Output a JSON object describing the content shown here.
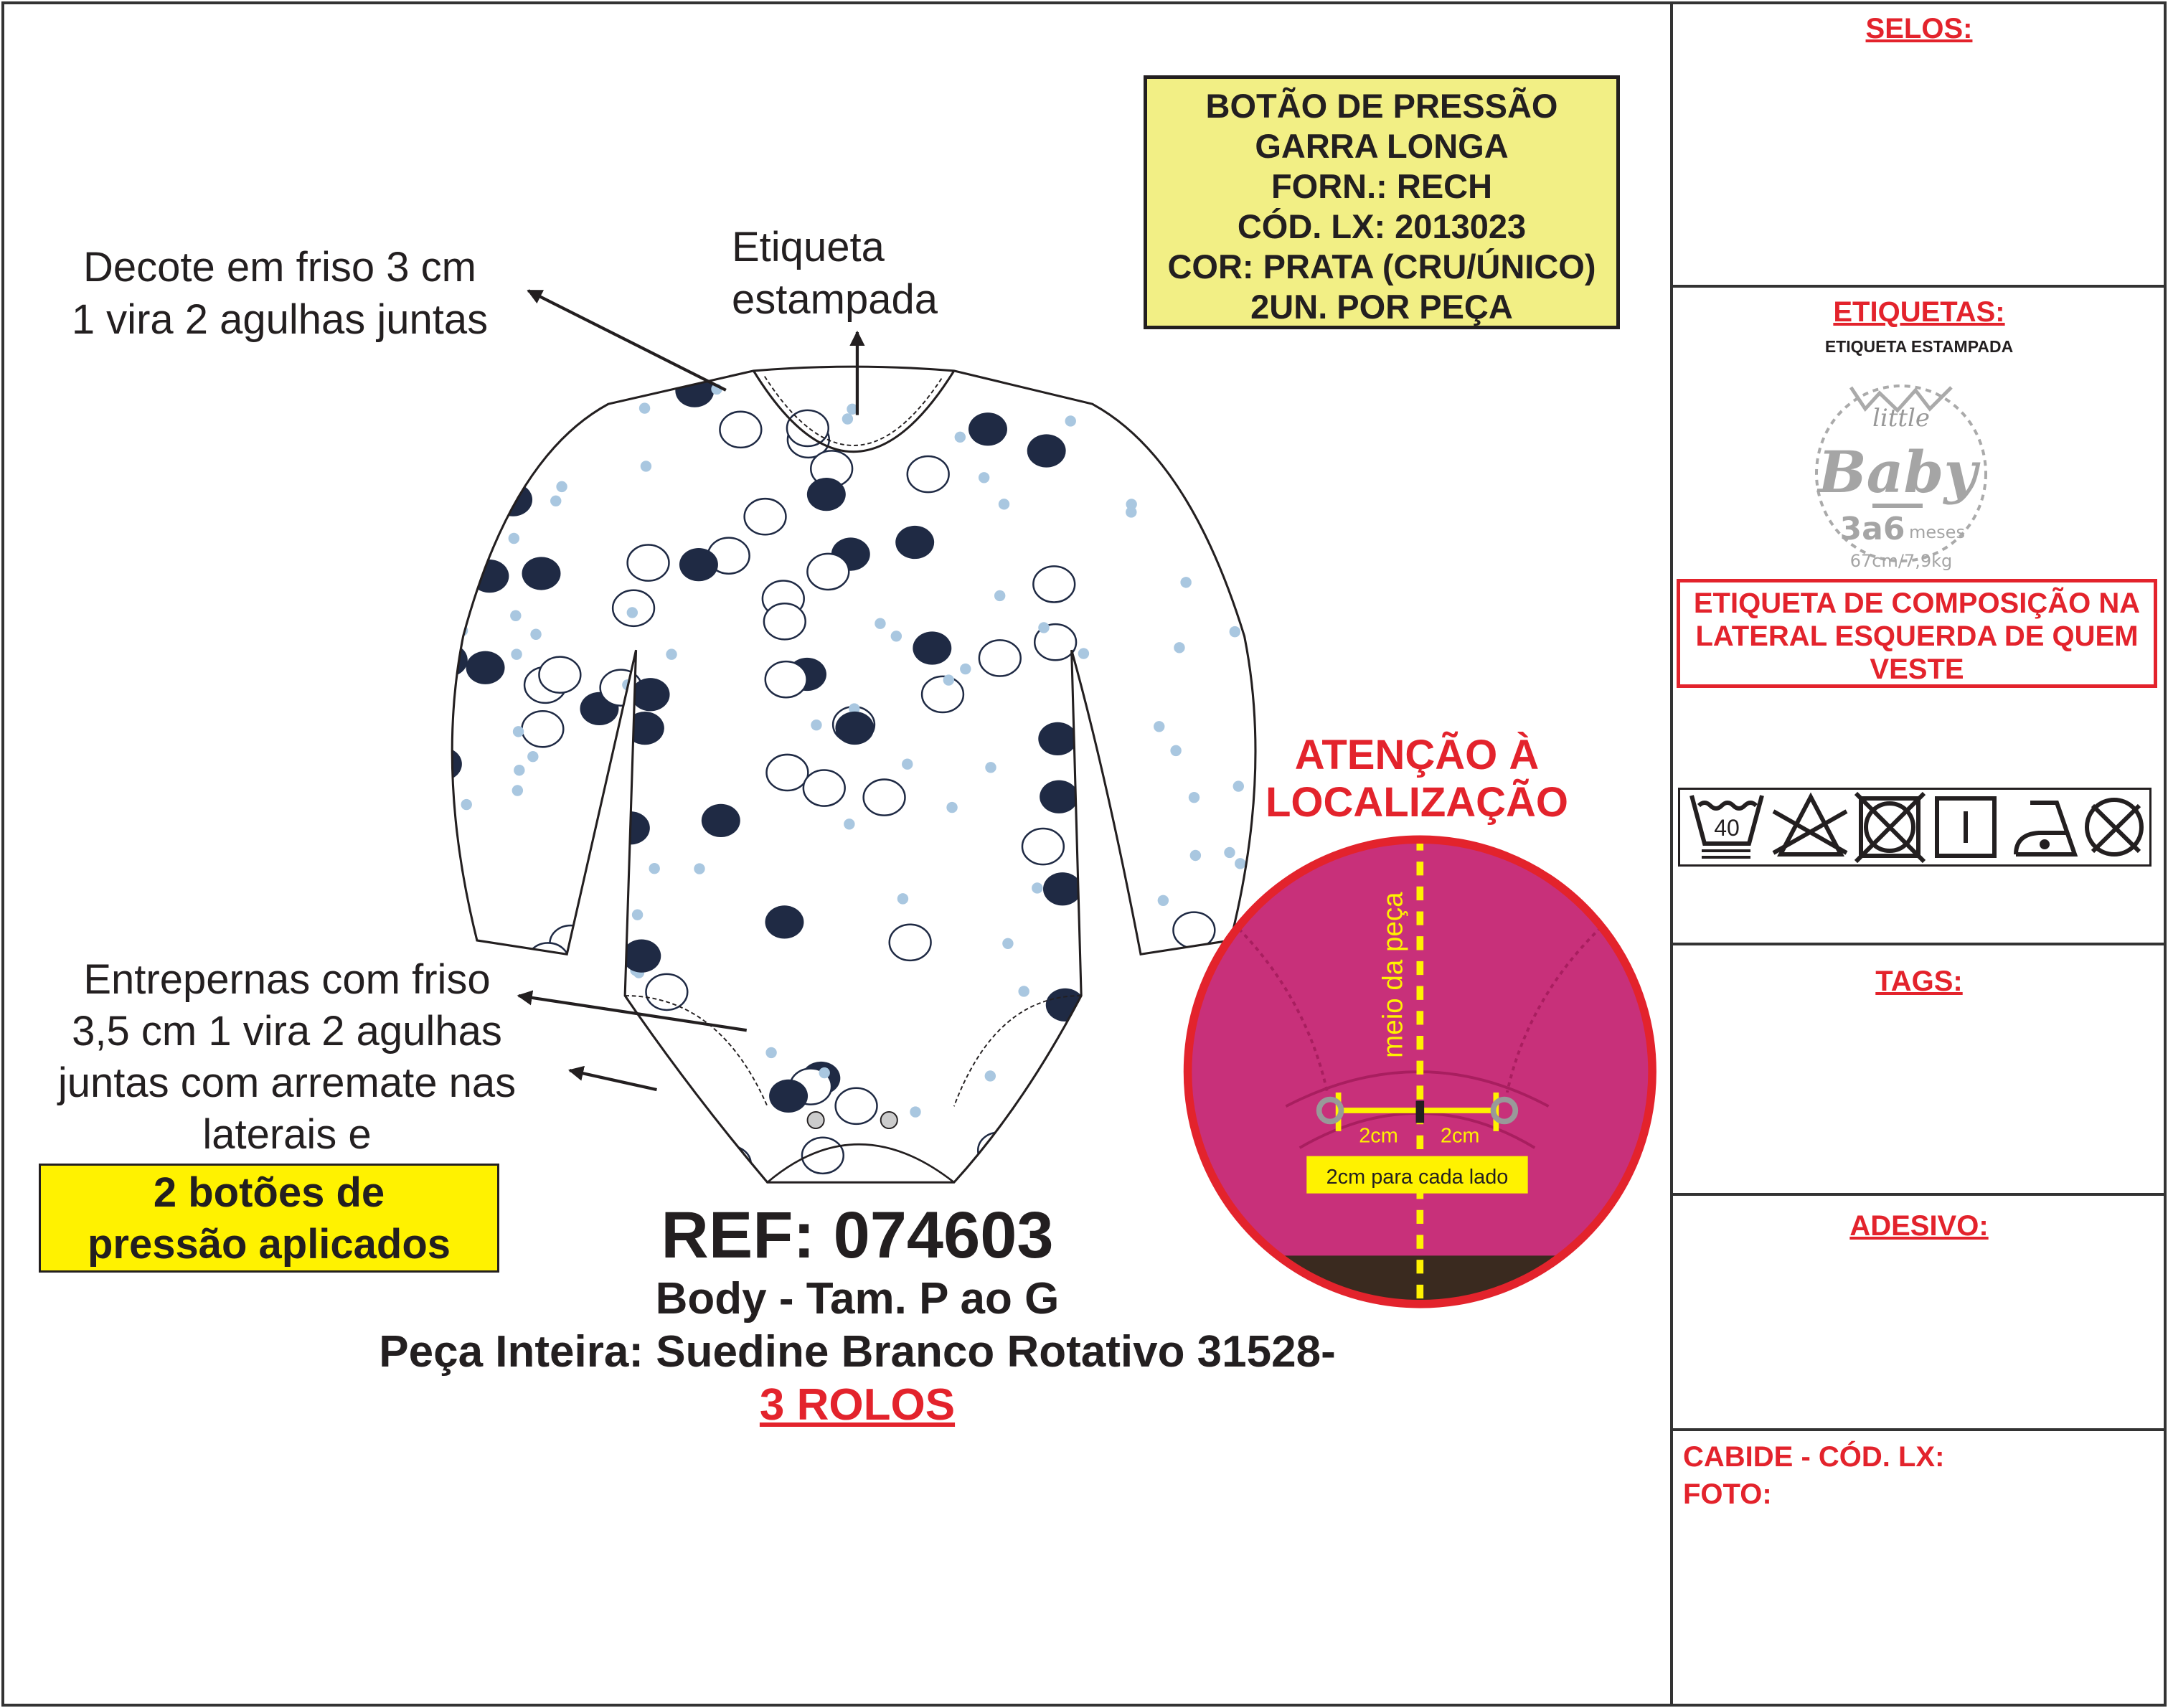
{
  "sidebar": {
    "selos": "SELOS:",
    "etiquetas": "ETIQUETAS:",
    "etiqueta_estampada": "ETIQUETA ESTAMPADA",
    "logo": {
      "little": "little",
      "baby": "Baby",
      "age": "3a6",
      "meses": "meses",
      "size": "67cm/7,9kg"
    },
    "composicao": [
      "ETIQUETA DE COMPOSIÇÃO NA",
      "LATERAL ESQUERDA DE QUEM",
      "VESTE"
    ],
    "care_symbols": [
      "wash-40-icon",
      "no-bleach-icon",
      "no-tumble-dry-icon",
      "line-dry-icon",
      "iron-low-icon",
      "no-dry-clean-icon"
    ],
    "wash_temp": "40",
    "tags": "TAGS:",
    "adesivo": "ADESIVO:",
    "cabide": "CABIDE - CÓD. LX:",
    "foto": "FOTO:"
  },
  "button_box": [
    "BOTÃO DE PRESSÃO",
    "GARRA LONGA",
    "FORN.: RECH",
    "CÓD. LX: 2013023",
    "COR: PRATA (CRU/ÚNICO)",
    "2UN. POR PEÇA"
  ],
  "notes": {
    "decote": [
      "Decote em friso 3 cm",
      "1 vira 2 agulhas juntas"
    ],
    "etiqueta": [
      "Etiqueta",
      "estampada"
    ],
    "entrepernas": [
      "Entrepernas com friso",
      "3,5 cm 1 vira 2 agulhas",
      "juntas com arremate nas",
      "laterais e"
    ],
    "botoes": [
      "2 botões de",
      "pressão aplicados"
    ]
  },
  "product": {
    "ref": "REF: 074603",
    "body": "Body - Tam. P ao G",
    "peca": "Peça Inteira: Suedine Branco Rotativo 31528-",
    "rolos": "3 ROLOS"
  },
  "attention": {
    "title": [
      "ATENÇÃO À",
      "LOCALIZAÇÃO"
    ],
    "meio": "meio da peça",
    "left_cm": "2cm",
    "right_cm": "2cm",
    "caption": "2cm para cada lado"
  },
  "colors": {
    "red": "#e3232c",
    "yellow": "#f2ef85",
    "yellow_bright": "#fff200",
    "pink": "#c8307a",
    "navy": "#1f2a44",
    "lightblue": "#a9c7e0"
  }
}
